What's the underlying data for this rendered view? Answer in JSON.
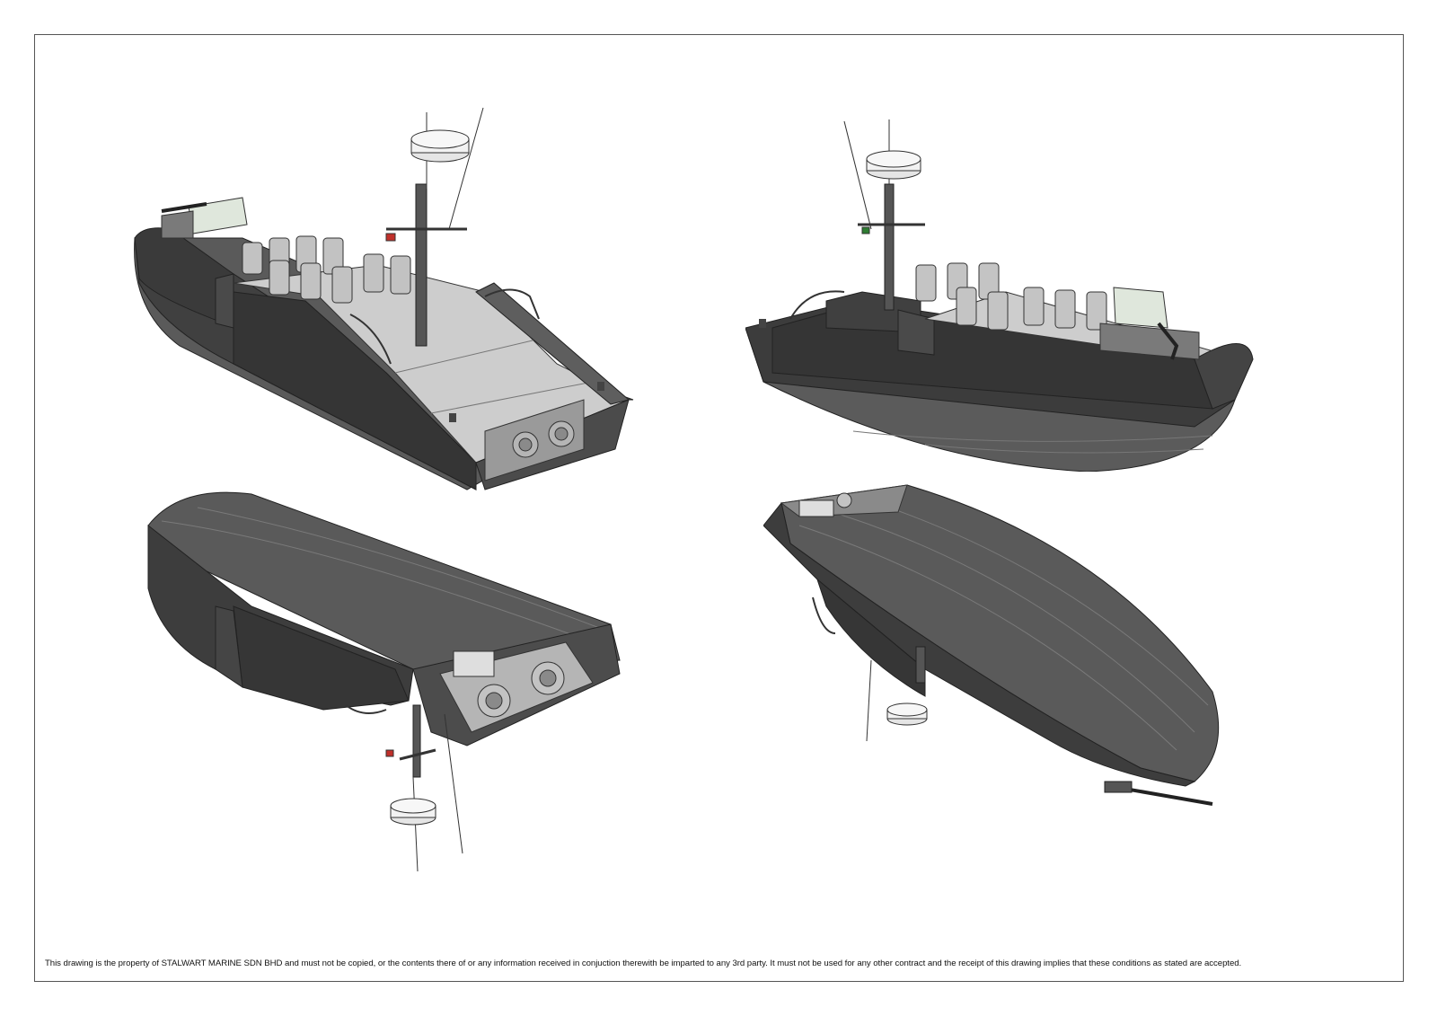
{
  "document": {
    "views": [
      {
        "id": "view-1",
        "name": "boat-view-starboard-quarter-top",
        "icon": "boat-isometric-icon"
      },
      {
        "id": "view-2",
        "name": "boat-view-port-bow-top",
        "icon": "boat-isometric-icon"
      },
      {
        "id": "view-3",
        "name": "boat-view-underside-stern",
        "icon": "boat-isometric-icon"
      },
      {
        "id": "view-4",
        "name": "boat-view-underside-bow",
        "icon": "boat-isometric-icon"
      }
    ],
    "colors": {
      "hull_dark": "#3d3d3d",
      "hull_mid": "#585858",
      "deck_light": "#cfcfcf",
      "frame_border": "#555555",
      "radar_white": "#f2f2f2",
      "nav_light_red": "#c0302a",
      "nav_light_green": "#2e7d32"
    },
    "disclaimer": "This drawing is the property of STALWART MARINE SDN BHD and must not be copied, or the contents there of or any information received in conjuction therewith be imparted to any 3rd party. It must not be used for any other contract and the receipt of this drawing implies that these conditions as stated are accepted."
  }
}
